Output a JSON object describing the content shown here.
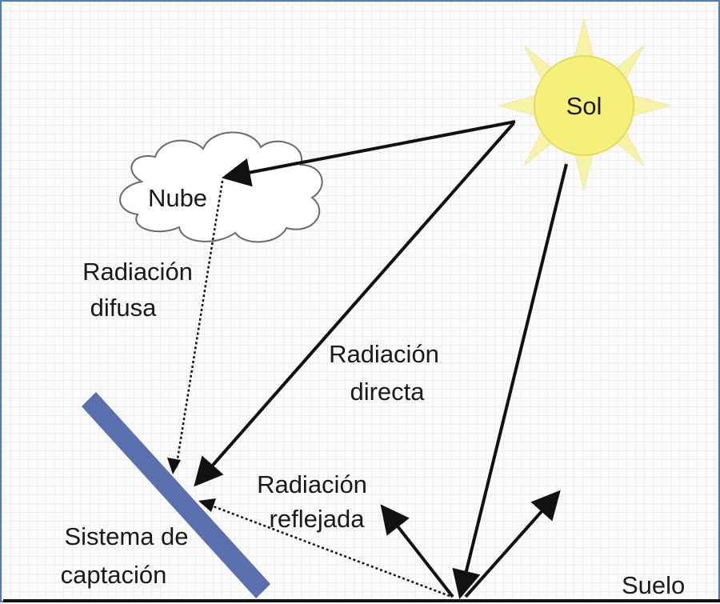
{
  "diagram": {
    "sun_label": "Sol",
    "cloud_label": "Nube",
    "diffuse_label": [
      "Radiación",
      "difusa"
    ],
    "direct_label": [
      "Radiación",
      "directa"
    ],
    "reflected_label": [
      "Radiación",
      "reflejada"
    ],
    "collector_label": [
      "Sistema de",
      "captación"
    ],
    "ground_label": "Suelo"
  },
  "colors": {
    "frame": "#4a7ec0",
    "sun_fill": "#f4f07a",
    "sun_rays": "#f6f2a6",
    "panel": "#5a6fae",
    "arrows": "#111111"
  }
}
